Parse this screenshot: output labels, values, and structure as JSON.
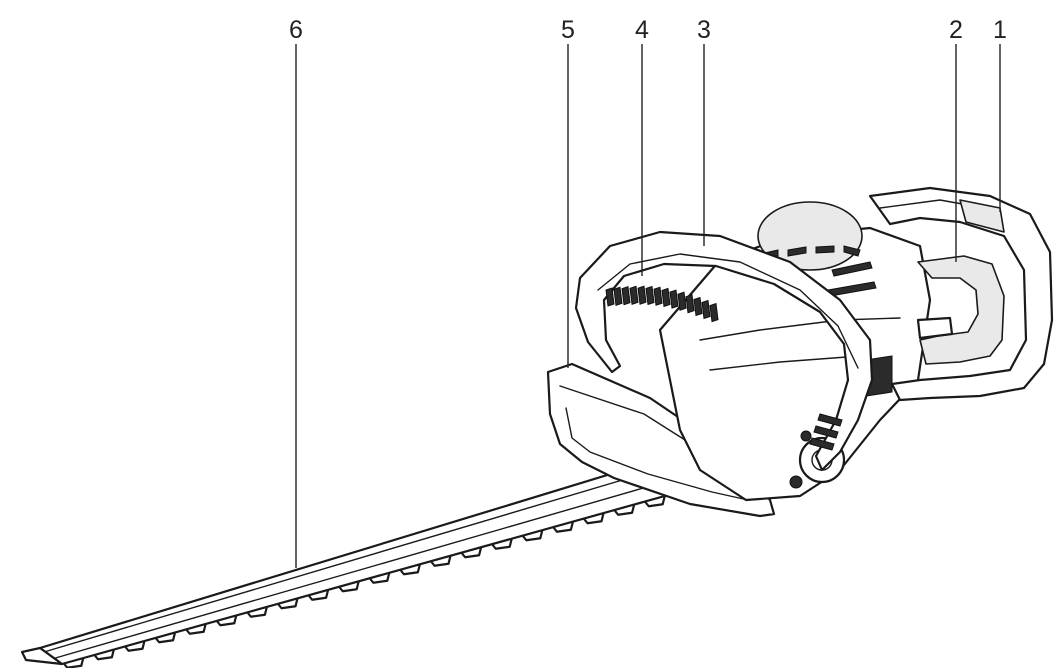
{
  "callouts": [
    {
      "id": "1",
      "label": "1"
    },
    {
      "id": "2",
      "label": "2"
    },
    {
      "id": "3",
      "label": "3"
    },
    {
      "id": "4",
      "label": "4"
    },
    {
      "id": "5",
      "label": "5"
    },
    {
      "id": "6",
      "label": "6"
    }
  ],
  "colors": {
    "line": "#1a1a1a",
    "background": "#ffffff",
    "shade": "#e9e9e9"
  }
}
